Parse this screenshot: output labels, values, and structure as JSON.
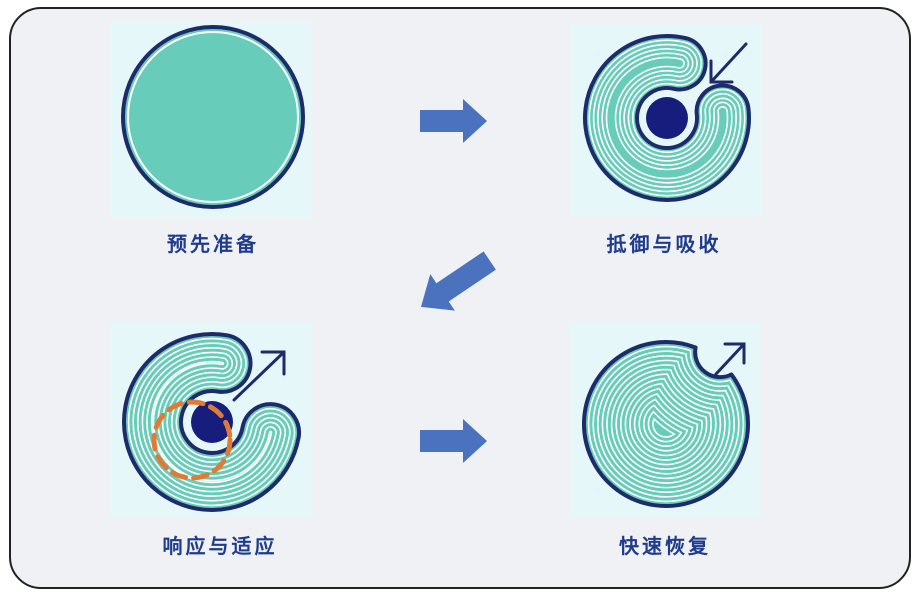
{
  "stages": [
    {
      "label": "预先准备"
    },
    {
      "label": "抵御与吸收"
    },
    {
      "label": "响应与适应"
    },
    {
      "label": "快速恢复"
    }
  ],
  "colors": {
    "page_background": "#eff1f4",
    "frame": "#222222",
    "panel_background": "#e5f7f9",
    "shape_fill": "#68ccba",
    "shape_outline": "#1e2b6b",
    "stripe": "#ffffff",
    "ball": "#161d7d",
    "thin_arrow": "#1e2b6b",
    "block_arrow": "#4a72bf",
    "dashed_ring": "#e07b36",
    "label": "#1f3c8c"
  },
  "icons": {
    "block_arrows": [
      "arrow-right-icon",
      "arrow-down-left-icon",
      "arrow-right-icon"
    ],
    "panel_arrows": [
      "arrow-inward-icon",
      "arrow-outward-icon",
      "arrow-outward-icon"
    ]
  }
}
